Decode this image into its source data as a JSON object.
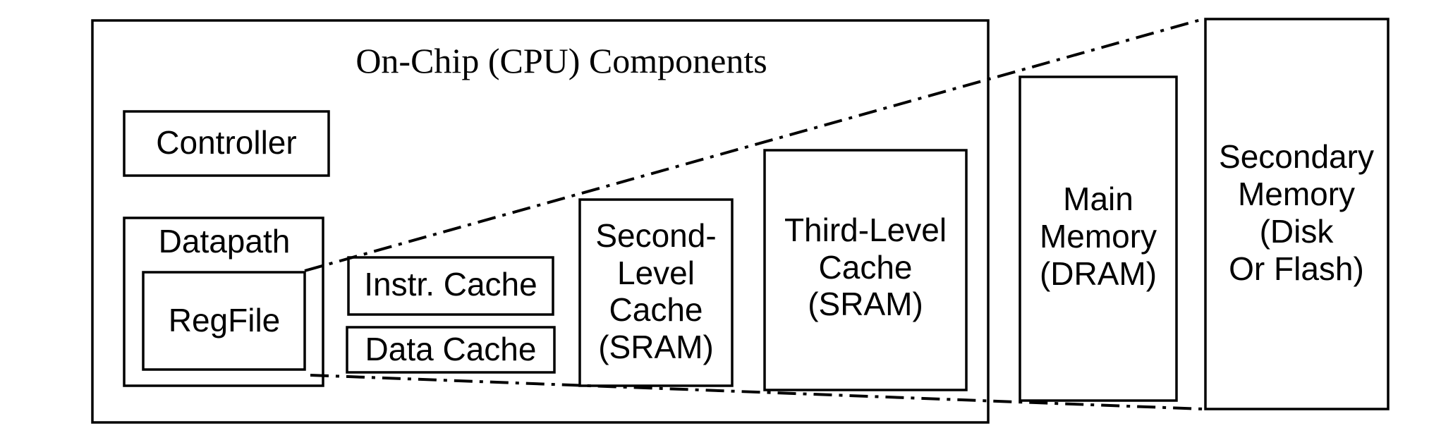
{
  "title": "On-Chip (CPU) Components",
  "controller": "Controller",
  "datapath": "Datapath",
  "regfile": "RegFile",
  "instr_cache": "Instr. Cache",
  "data_cache": "Data Cache",
  "l2_cache": {
    "line1": "Second-",
    "line2": "Level",
    "line3": "Cache",
    "line4": "(SRAM)"
  },
  "l3_cache": {
    "line1": "Third-Level",
    "line2": "Cache",
    "line3": "(SRAM)"
  },
  "main_memory": {
    "line1": "Main",
    "line2": "Memory",
    "line3": "(DRAM)"
  },
  "secondary_memory": {
    "line1": "Secondary",
    "line2": "Memory",
    "line3": "(Disk",
    "line4": "Or Flash)"
  }
}
